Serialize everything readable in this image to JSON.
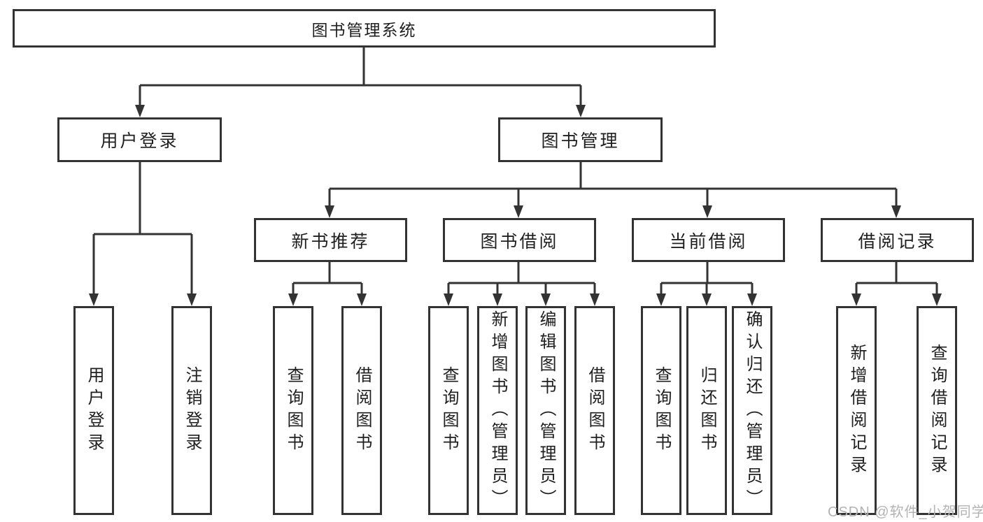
{
  "diagram": {
    "type": "tree",
    "title": "图书管理系统",
    "level2": [
      {
        "label": "用户登录",
        "parent": "图书管理系统"
      },
      {
        "label": "图书管理",
        "parent": "图书管理系统"
      }
    ],
    "level3": [
      {
        "label": "新书推荐",
        "parent": "图书管理"
      },
      {
        "label": "图书借阅",
        "parent": "图书管理"
      },
      {
        "label": "当前借阅",
        "parent": "图书管理"
      },
      {
        "label": "借阅记录",
        "parent": "图书管理"
      }
    ],
    "leaves": [
      {
        "label": "用户登录",
        "parent": "用户登录"
      },
      {
        "label": "注销登录",
        "parent": "用户登录"
      },
      {
        "label": "查询图书",
        "parent": "新书推荐"
      },
      {
        "label": "借阅图书",
        "parent": "新书推荐"
      },
      {
        "label": "查询图书",
        "parent": "图书借阅"
      },
      {
        "label": "新增图书（管理员）",
        "parent": "图书借阅"
      },
      {
        "label": "编辑图书（管理员）",
        "parent": "图书借阅"
      },
      {
        "label": "借阅图书",
        "parent": "图书借阅"
      },
      {
        "label": "查询图书",
        "parent": "当前借阅"
      },
      {
        "label": "归还图书",
        "parent": "当前借阅"
      },
      {
        "label": "确认归还（管理员）",
        "parent": "当前借阅"
      },
      {
        "label": "新增借阅记录",
        "parent": "借阅记录"
      },
      {
        "label": "查询借阅记录",
        "parent": "借阅记录"
      }
    ],
    "colors": {
      "line": "#333333",
      "text": "#1f1f1f",
      "box_fill": "#ffffff",
      "background": "#ffffff"
    }
  },
  "watermark": {
    "text": "CSDN @软件_小贺同学",
    "color": "#b3b3b3"
  }
}
